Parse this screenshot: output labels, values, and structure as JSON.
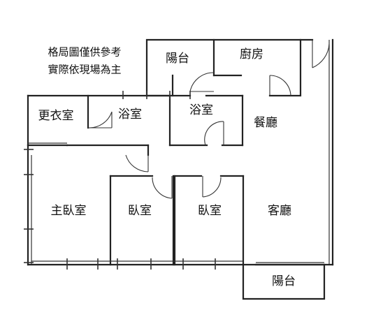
{
  "note": {
    "line1": "格局圖僅供參考",
    "line2": "實際依現場為主"
  },
  "rooms": {
    "balcony_top": "陽台",
    "kitchen": "廚房",
    "closet": "更衣室",
    "bath_left": "浴室",
    "bath_right": "浴室",
    "dining": "餐廳",
    "master_bedroom": "主臥室",
    "bedroom_left": "臥室",
    "bedroom_right": "臥室",
    "living_room": "客廳",
    "balcony_bottom": "陽台"
  }
}
